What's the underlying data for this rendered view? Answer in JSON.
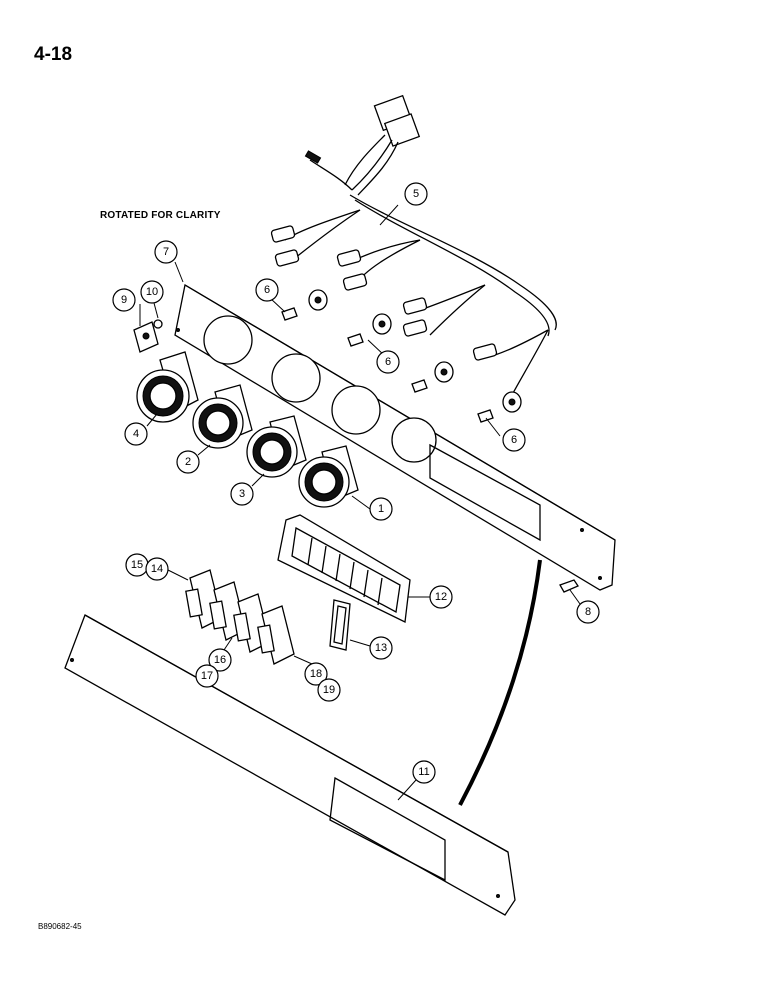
{
  "page_number": "4-18",
  "rotated_note": "ROTATED FOR CLARITY",
  "figure_code": "B890682-45",
  "callouts": [
    "1",
    "2",
    "3",
    "4",
    "5",
    "6",
    "6",
    "6",
    "7",
    "8",
    "9",
    "10",
    "11",
    "12",
    "13",
    "14",
    "15",
    "16",
    "17",
    "18",
    "19"
  ]
}
